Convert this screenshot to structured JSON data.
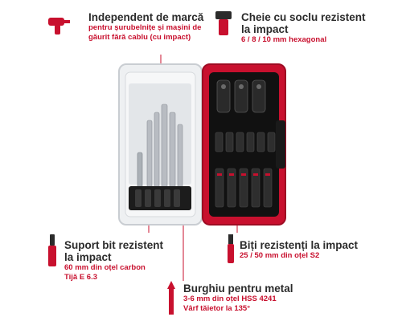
{
  "callouts": {
    "brand_independent": {
      "title": "Independent de marcă",
      "subtitle_lines": [
        "pentru șurubelnițe și mașini de",
        "găurit fără cablu (cu impact)"
      ]
    },
    "socket_keys": {
      "title_lines": [
        "Cheie cu soclu rezistent",
        "la impact"
      ],
      "subtitle": "6 / 8 / 10 mm hexagonal"
    },
    "bit_holder": {
      "title_lines": [
        "Suport bit rezistent",
        "la impact"
      ],
      "subtitle_lines": [
        "60 mm din oțel carbon",
        "Tijă E 6.3"
      ]
    },
    "impact_bits": {
      "title": "Biți rezistenți la impact",
      "subtitle": "25 / 50 mm din oțel S2"
    },
    "metal_drill": {
      "title": "Burghiu pentru metal",
      "subtitle_lines": [
        "3-6 mm din oțel HSS 4241",
        "Vârf tăietor la 135°"
      ]
    }
  },
  "colors": {
    "accent": "#c8102e",
    "title_text": "#2b2b2b",
    "case_red": "#c8102e",
    "case_clear": "#e9ecef",
    "tray_dark": "#1c1c1c",
    "bit_silver": "#b8bcc2"
  },
  "icons": [
    "drill-icon",
    "socket-icon",
    "bit-holder-icon",
    "bit-icon",
    "drill-bit-icon"
  ]
}
